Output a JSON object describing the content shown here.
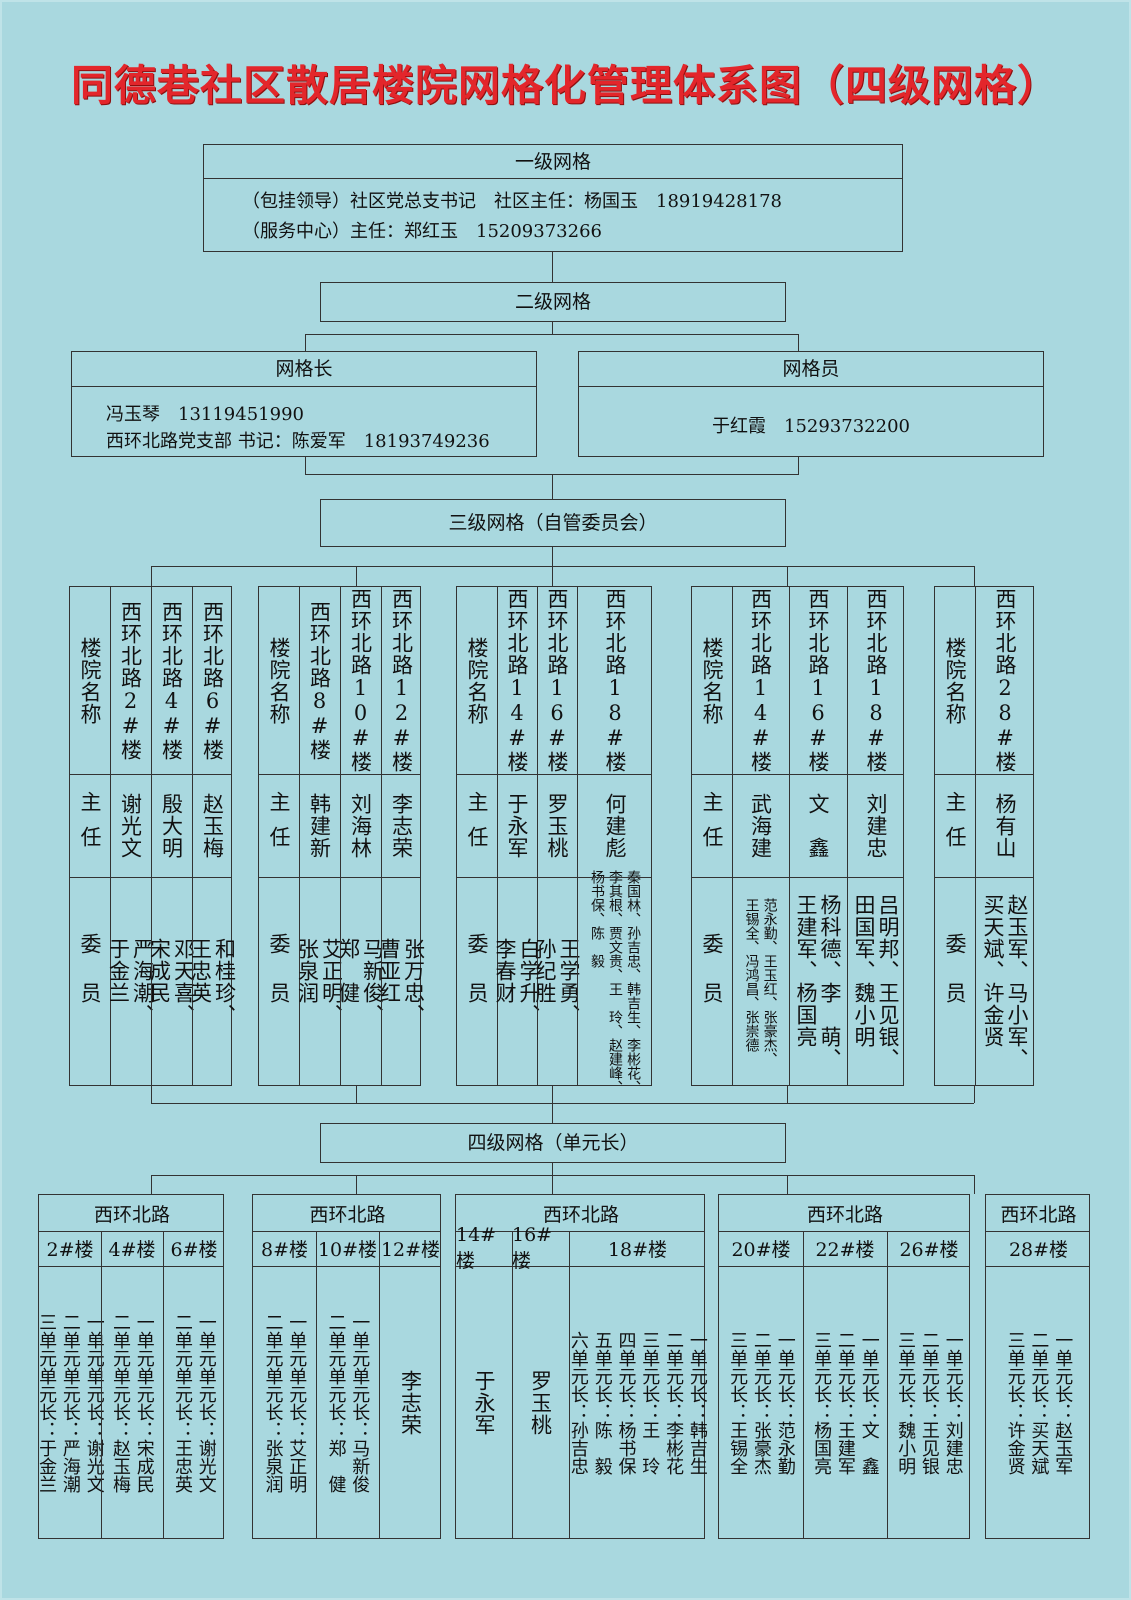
{
  "title": "同德巷社区散居楼院网格化管理体系图（四级网格）",
  "level1": {
    "header": "一级网格",
    "line1": "（包挂领导）社区党总支书记　社区主任：杨国玉　18919428178",
    "line2": "（服务中心）主任：郑红玉　15209373266"
  },
  "level2": {
    "header": "二级网格",
    "leader": {
      "header": "网格长",
      "line1": "冯玉琴　13119451990",
      "line2": "西环北路党支部 书记：陈爱军　18193749236"
    },
    "member": {
      "header": "网格员",
      "line1": "于红霞　15293732200"
    }
  },
  "level3": {
    "header": "三级网格（自管委员会）",
    "row_labels": {
      "name": "楼院名称",
      "director": "主任",
      "members": "委员"
    },
    "groups": [
      {
        "buildings": [
          {
            "name": "西环北路2#楼",
            "director": "谢光文",
            "members": [
              "严海潮、",
              "于金兰"
            ]
          },
          {
            "name": "西环北路4#楼",
            "director": "殷大明",
            "members": [
              "邓天喜、",
              "宋成民"
            ]
          },
          {
            "name": "西环北路6#楼",
            "director": "赵玉梅",
            "members": [
              "和桂珍、",
              "王忠英"
            ]
          }
        ]
      },
      {
        "buildings": [
          {
            "name": "西环北路8#楼",
            "director": "韩建新",
            "members": [
              "艾正明、",
              "张泉润"
            ]
          },
          {
            "name": "西环北路10#楼",
            "director": "刘海林",
            "members": [
              "马新俊、",
              "郑　健"
            ]
          },
          {
            "name": "西环北路12#楼",
            "director": "李志荣",
            "members": [
              "张万忠、",
              "曹亚红"
            ]
          }
        ]
      },
      {
        "buildings": [
          {
            "name": "西环北路14#楼",
            "director": "于永军",
            "members": [
              "白学升、",
              "李春财"
            ]
          },
          {
            "name": "西环北路16#楼",
            "director": "罗玉桃",
            "members": [
              "王学勇、",
              "孙纪胜"
            ]
          },
          {
            "name": "西环北路18#楼",
            "director": "何建彪",
            "members": [
              "秦国林、孙吉忠、韩吉生、李彬花、",
              "李其根、贾文贵、王　玲、赵建峰、",
              "杨书保、陈　毅"
            ]
          }
        ]
      },
      {
        "buildings": [
          {
            "name": "西环北路14#楼",
            "director": "武海建",
            "members": [
              "范永勤、王玉红、张豪杰、",
              "王锡全、冯鸿昌、张崇德"
            ]
          },
          {
            "name": "西环北路16#楼",
            "director": "文　鑫",
            "members": [
              "杨科德、李　萌、",
              "王建军、杨国亮"
            ]
          },
          {
            "name": "西环北路18#楼",
            "director": "刘建忠",
            "members": [
              "吕明邦、王见银、",
              "田国军、魏小明"
            ]
          }
        ]
      },
      {
        "buildings": [
          {
            "name": "西环北路28#楼",
            "director": "杨有山",
            "members": [
              "赵玉军、马小军、",
              "买天斌、许金贤"
            ]
          }
        ]
      }
    ]
  },
  "level4": {
    "header": "四级网格（单元长）",
    "groups": [
      {
        "street": "西环北路",
        "buildings": [
          {
            "name": "2#楼",
            "units": [
              "一单元单元长：谢光文",
              "二单元单元长：严海潮",
              "三单元单元长：于金兰"
            ]
          },
          {
            "name": "4#楼",
            "units": [
              "一单元单元长：宋成民",
              "二单元单元长：赵玉梅"
            ]
          },
          {
            "name": "6#楼",
            "units": [
              "一单元单元长：谢光文",
              "二单元单元长：王忠英"
            ]
          }
        ]
      },
      {
        "street": "西环北路",
        "buildings": [
          {
            "name": "8#楼",
            "units": [
              "一单元单元长：艾正明",
              "二单元单元长：张泉润"
            ]
          },
          {
            "name": "10#楼",
            "units": [
              "一单元单元长：马新俊",
              "二单元单元长：郑　健"
            ]
          },
          {
            "name": "12#楼",
            "units": [
              "李志荣"
            ]
          }
        ]
      },
      {
        "street": "西环北路",
        "buildings": [
          {
            "name": "14#楼",
            "units": [
              "于永军"
            ]
          },
          {
            "name": "16#楼",
            "units": [
              "罗玉桃"
            ]
          },
          {
            "name": "18#楼",
            "units": [
              "一单元长：韩吉生",
              "二单元长：李彬花",
              "三单元长：王　玲",
              "四单元长：杨书保",
              "五单元长：陈　毅",
              "六单元长：孙吉忠"
            ]
          }
        ]
      },
      {
        "street": "西环北路",
        "buildings": [
          {
            "name": "20#楼",
            "units": [
              "一单元长：范永勤",
              "二单元长：张豪杰",
              "三单元长：王锡全"
            ]
          },
          {
            "name": "22#楼",
            "units": [
              "一单元长：文　鑫",
              "二单元长：王建军",
              "三单元长：杨国亮"
            ]
          },
          {
            "name": "26#楼",
            "units": [
              "一单元长：刘建忠",
              "二单元长：王见银",
              "三单元长：魏小明"
            ]
          }
        ]
      },
      {
        "street": "西环北路",
        "buildings": [
          {
            "name": "28#楼",
            "units": [
              "一单元长：赵玉军",
              "二单元长：买天斌",
              "三单元长：许金贤"
            ]
          }
        ]
      }
    ]
  }
}
